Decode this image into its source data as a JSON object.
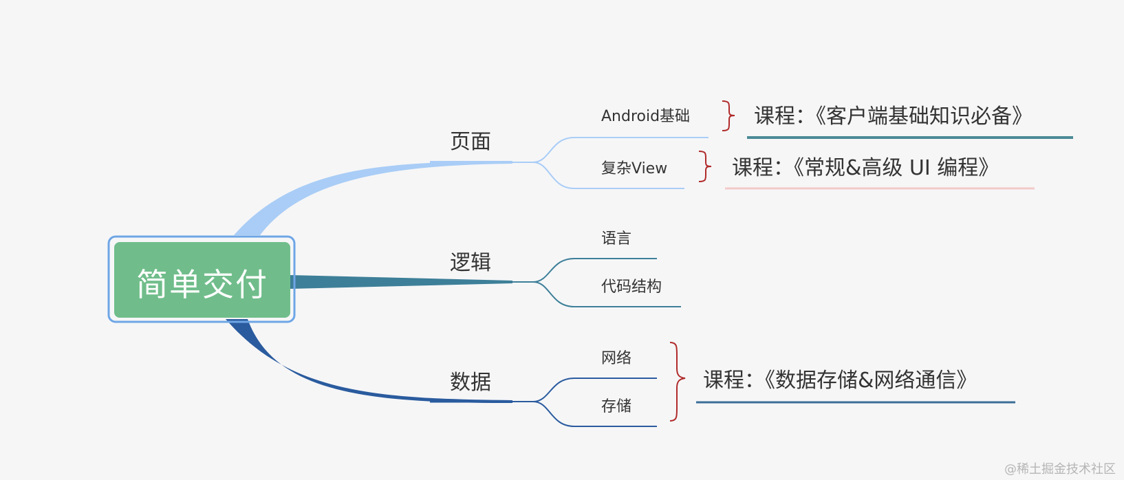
{
  "center": {
    "label": "简单交付"
  },
  "branches": [
    {
      "label": "页面",
      "color": "#a9cdf6",
      "leaves": [
        {
          "label": "Android基础"
        },
        {
          "label": "复杂View"
        }
      ],
      "courses": [
        {
          "label": "课程：《客户端基础知识必备》",
          "underline_color": "#4a8a96"
        },
        {
          "label": "课程：《常规&高级 UI 编程》",
          "underline_color": "#f4c9c9"
        }
      ]
    },
    {
      "label": "逻辑",
      "color": "#3d7f98",
      "leaves": [
        {
          "label": "语言"
        },
        {
          "label": "代码结构"
        }
      ]
    },
    {
      "label": "数据",
      "color": "#2a5b9e",
      "leaves": [
        {
          "label": "网络"
        },
        {
          "label": "存储"
        }
      ],
      "courses": [
        {
          "label": "课程：《数据存储&网络通信》",
          "underline_color": "#3a6f99"
        }
      ]
    }
  ],
  "brace_color": "#b02a2a",
  "center_fill": "#70bd8b",
  "center_border": "#6ea6e6",
  "watermark": "@稀土掘金技术社区"
}
